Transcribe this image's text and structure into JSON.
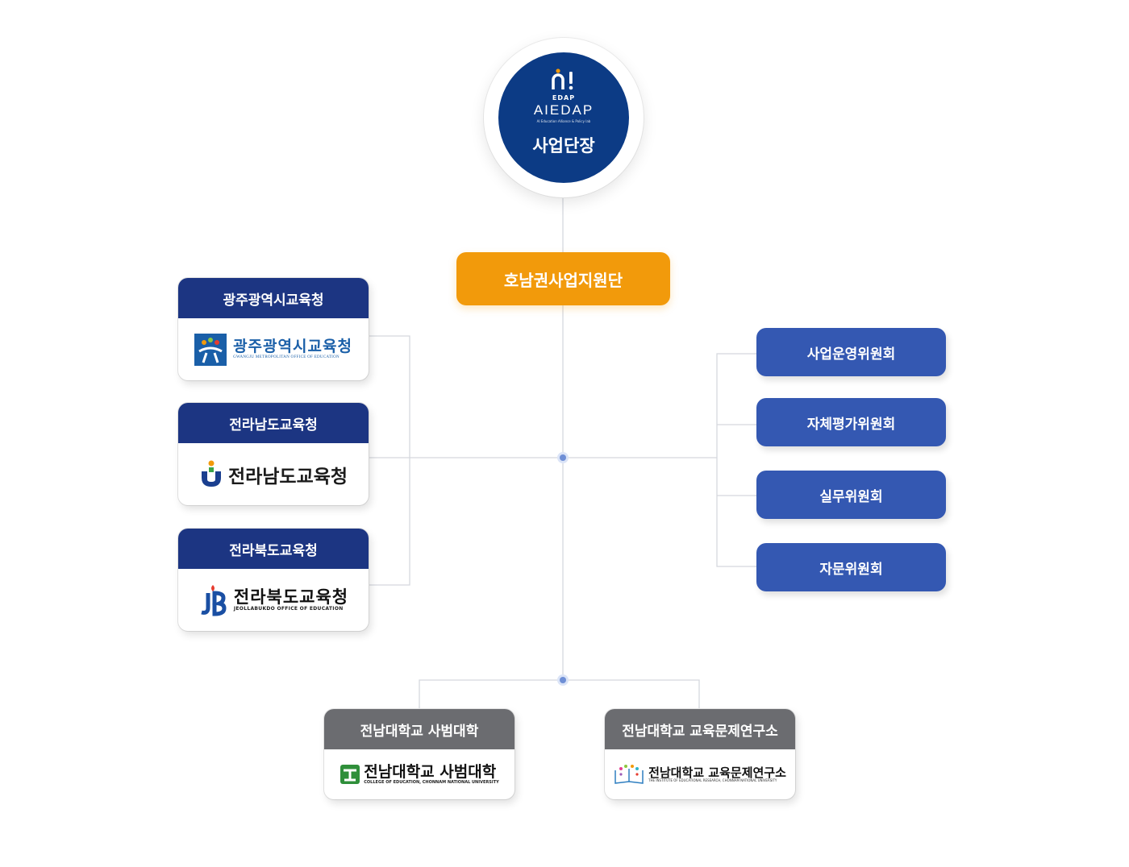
{
  "head": {
    "logo_sub": "EDAP",
    "logo_name": "AIEDAP",
    "logo_tagline": "AI Education Alliance & Policy lab",
    "title": "사업단장"
  },
  "support_center": {
    "label": "호남권사업지원단"
  },
  "offices": [
    {
      "title": "광주광역시교육청",
      "logo_text": "광주광역시교육청",
      "logo_sub": "GWANGJU METROPOLITAN OFFICE OF EDUCATION"
    },
    {
      "title": "전라남도교육청",
      "logo_text": "전라남도교육청"
    },
    {
      "title": "전라북도교육청",
      "logo_text": "전라북도교육청",
      "logo_sub": "JEOLLABUKDO OFFICE OF EDUCATION"
    }
  ],
  "committees": [
    {
      "label": "사업운영위원회"
    },
    {
      "label": "자체평가위원회"
    },
    {
      "label": "실무위원회"
    },
    {
      "label": "자문위원회"
    }
  ],
  "universities": [
    {
      "title": "전남대학교 사범대학",
      "logo_text": "전남대학교 사범대학",
      "logo_sub": "COLLEGE OF EDUCATION, CHONNAM NATIONAL UNIVERSITY"
    },
    {
      "title": "전남대학교 교육문제연구소",
      "logo_text": "전남대학교 교육문제연구소",
      "logo_sub": "THE INSTITUTE OF EDUCATIONAL RESEARCH, CHONNAM NATIONAL UNIVERSITY"
    }
  ],
  "colors": {
    "navy": "#0c3b85",
    "header_navy": "#1c3582",
    "committee_blue": "#3458b2",
    "orange": "#f29a0b",
    "gray": "#6b6c70",
    "connector": "#d5d8de",
    "junction": "#6f8fd6"
  }
}
